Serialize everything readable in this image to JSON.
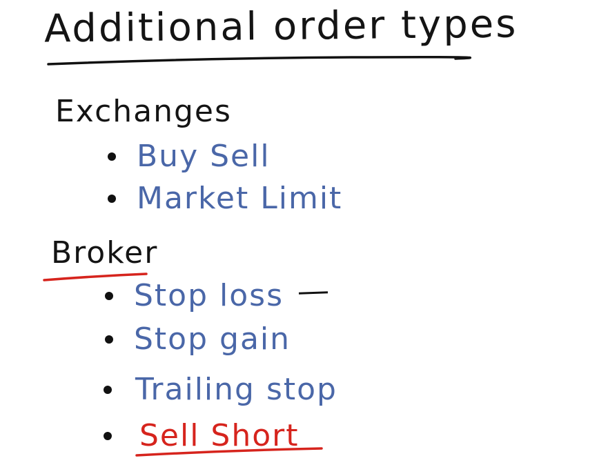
{
  "title": "Additional order types",
  "sections": [
    {
      "heading": "Exchanges",
      "items": [
        "Buy Sell",
        "Market Limit"
      ]
    },
    {
      "heading": "Broker",
      "items": [
        "Stop loss",
        "Stop gain",
        "Trailing stop",
        "Sell Short"
      ]
    }
  ],
  "colors": {
    "ink_black": "#141414",
    "ink_blue": "#4a67a8",
    "ink_red": "#d6241d",
    "background": "#ffffff"
  }
}
